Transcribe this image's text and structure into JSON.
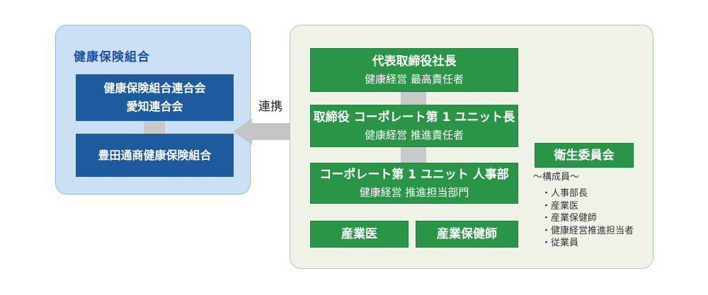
{
  "colors": {
    "left_panel_bg": "#cbe0f4",
    "left_panel_border": "#8fb8e2",
    "blue_box": "#1e5a9e",
    "right_panel_bg": "#eff3e7",
    "right_panel_border": "#abcfab",
    "green_box": "#2a9447",
    "connector_gray": "#c8c9cb",
    "arrow_gray": "#c4c5c7",
    "title_blue": "#1b4fa0",
    "box_text": "#ffffff",
    "body_text": "#333333"
  },
  "left_panel": {
    "title": "健康保険組合",
    "federation_box": {
      "line1": "健康保険組合連合会",
      "line2": "愛知連合会"
    },
    "union_box": {
      "line1": "豊田通商健康保険組合"
    }
  },
  "link": {
    "label": "連携"
  },
  "right_panel": {
    "president_box": {
      "title": "代表取締役社長",
      "subtitle": "健康経営 最高責任者"
    },
    "director_box": {
      "title": "取締役 コーポレート第 1 ユニット長",
      "subtitle": "健康経営 推進責任者"
    },
    "hr_box": {
      "title": "コーポレート第 1 ユニット 人事部",
      "subtitle": "健康経営 推進担当部門"
    },
    "physician_box": {
      "title": "産業医"
    },
    "nurse_box": {
      "title": "産業保健師"
    },
    "committee": {
      "title": "衛生委員会",
      "members_heading": "〜構成員〜",
      "members": [
        "・人事部長",
        "・産業医",
        "・産業保健師",
        "・健康経営推進担当者",
        "・従業員"
      ]
    }
  }
}
